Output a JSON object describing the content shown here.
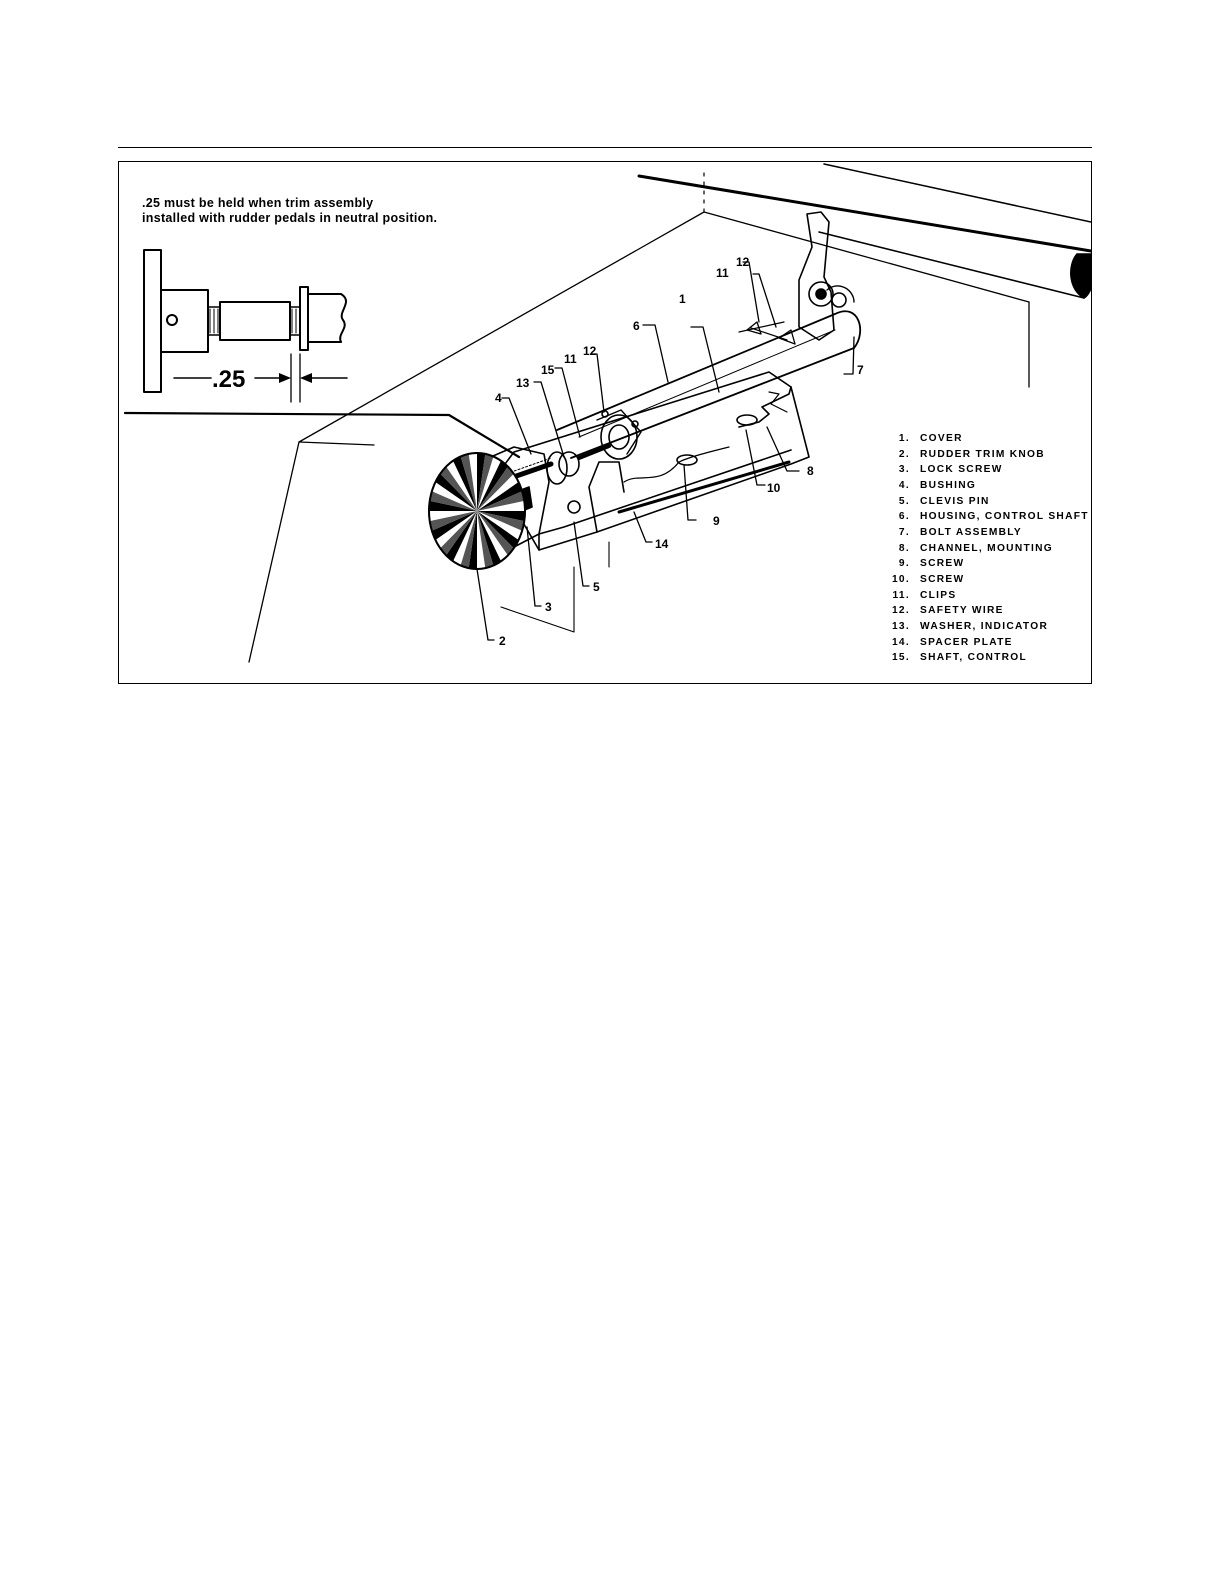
{
  "figure": {
    "note_line1": ".25 must be held when trim assembly",
    "note_line2": "installed with rudder pedals in neutral position.",
    "dimension": ".25",
    "callouts": [
      "1",
      "2",
      "3",
      "4",
      "5",
      "6",
      "7",
      "8",
      "9",
      "10",
      "11",
      "11",
      "12",
      "12",
      "13",
      "14",
      "15"
    ],
    "legend": [
      {
        "num": "1.",
        "label": "COVER"
      },
      {
        "num": "2.",
        "label": "RUDDER TRIM KNOB"
      },
      {
        "num": "3.",
        "label": "LOCK SCREW"
      },
      {
        "num": "4.",
        "label": "BUSHING"
      },
      {
        "num": "5.",
        "label": "CLEVIS PIN"
      },
      {
        "num": "6.",
        "label": "HOUSING, CONTROL SHAFT"
      },
      {
        "num": "7.",
        "label": "BOLT ASSEMBLY"
      },
      {
        "num": "8.",
        "label": "CHANNEL, MOUNTING"
      },
      {
        "num": "9.",
        "label": "SCREW"
      },
      {
        "num": "10.",
        "label": "SCREW"
      },
      {
        "num": "11.",
        "label": "CLIPS"
      },
      {
        "num": "12.",
        "label": "SAFETY WIRE"
      },
      {
        "num": "13.",
        "label": "WASHER, INDICATOR"
      },
      {
        "num": "14.",
        "label": "SPACER PLATE"
      },
      {
        "num": "15.",
        "label": "SHAFT, CONTROL"
      }
    ]
  }
}
